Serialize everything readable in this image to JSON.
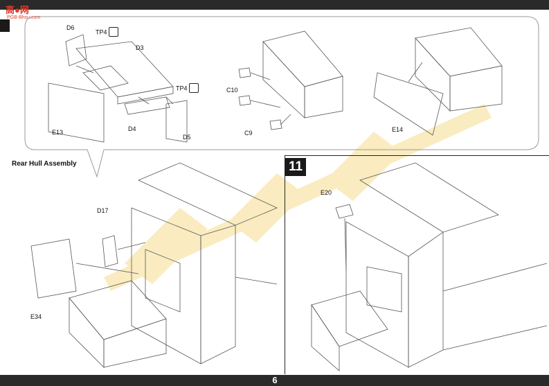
{
  "header": {
    "logo_text": "高●网",
    "logo_sub": "PGB-Bhsu.com"
  },
  "callout": {
    "labels": {
      "d6": "D6",
      "d3": "D3",
      "tp4_top": "TP4",
      "tp4_right": "TP4",
      "e13": "E13",
      "d4": "D4",
      "d5": "D5",
      "c10": "C10",
      "c9": "C9",
      "e14": "E14"
    }
  },
  "step10": {
    "title": "Rear Hull Assembly",
    "labels": {
      "d17": "D17",
      "e34": "E34"
    }
  },
  "step11": {
    "number": "11",
    "labels": {
      "e20": "E20"
    }
  },
  "footer": {
    "page_number": "6"
  },
  "colors": {
    "bar": "#2a2a2a",
    "line": "#555555",
    "watermark": "#f2c94c"
  }
}
